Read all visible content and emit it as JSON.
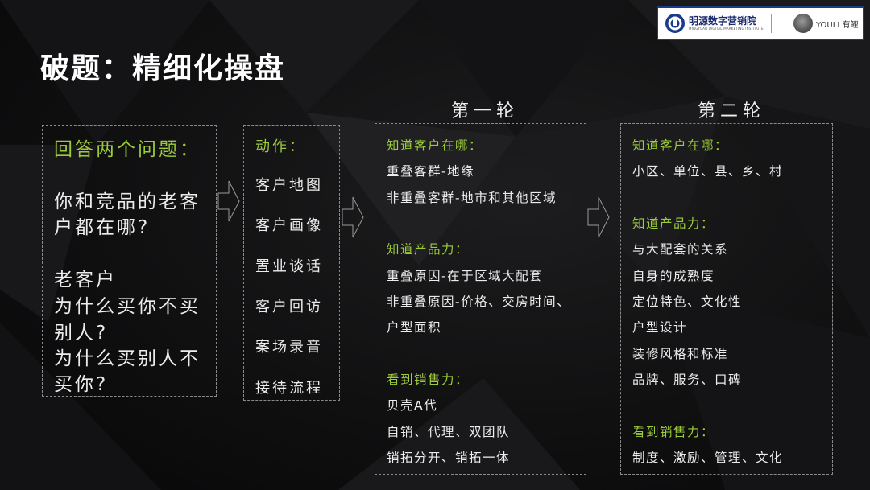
{
  "logo": {
    "name_cn": "明源数字营销院",
    "name_en": "MINGYUAN DIGITAL MARKETING INSTITUTE",
    "brand": "YOULI 有鲤"
  },
  "title": "破题：精细化操盘",
  "questions": {
    "header": "回答两个问题：",
    "lines": [
      "你和竞品的老客",
      "户都在哪?",
      "老客户",
      "为什么买你不买",
      "别人?",
      "为什么买别人不",
      "买你?"
    ]
  },
  "actions": {
    "header": "动作：",
    "items": [
      "客户地图",
      "客户画像",
      "置业谈话",
      "客户回访",
      "案场录音",
      "接待流程"
    ]
  },
  "round1": {
    "title": "第一轮",
    "sections": [
      {
        "header": "知道客户在哪：",
        "items": [
          "重叠客群-地缘",
          "非重叠客群-地市和其他区域"
        ]
      },
      {
        "header": "知道产品力：",
        "items": [
          "重叠原因-在于区域大配套",
          "非重叠原因-价格、交房时间、",
          "户型面积"
        ]
      },
      {
        "header": "看到销售力：",
        "items": [
          "贝壳A代",
          "自销、代理、双团队",
          "销拓分开、销拓一体"
        ]
      }
    ]
  },
  "round2": {
    "title": "第二轮",
    "sections": [
      {
        "header": "知道客户在哪：",
        "items": [
          "小区、单位、县、乡、村"
        ]
      },
      {
        "header": "知道产品力：",
        "items": [
          "与大配套的关系",
          "自身的成熟度",
          "定位特色、文化性",
          "户型设计",
          "装修风格和标准",
          "品牌、服务、口碑"
        ]
      },
      {
        "header": "看到销售力：",
        "items": [
          "制度、激励、管理、文化"
        ]
      }
    ]
  },
  "colors": {
    "accent_green": "#9ccc3a",
    "text": "#ececec",
    "logo_blue": "#1a3a8c"
  }
}
